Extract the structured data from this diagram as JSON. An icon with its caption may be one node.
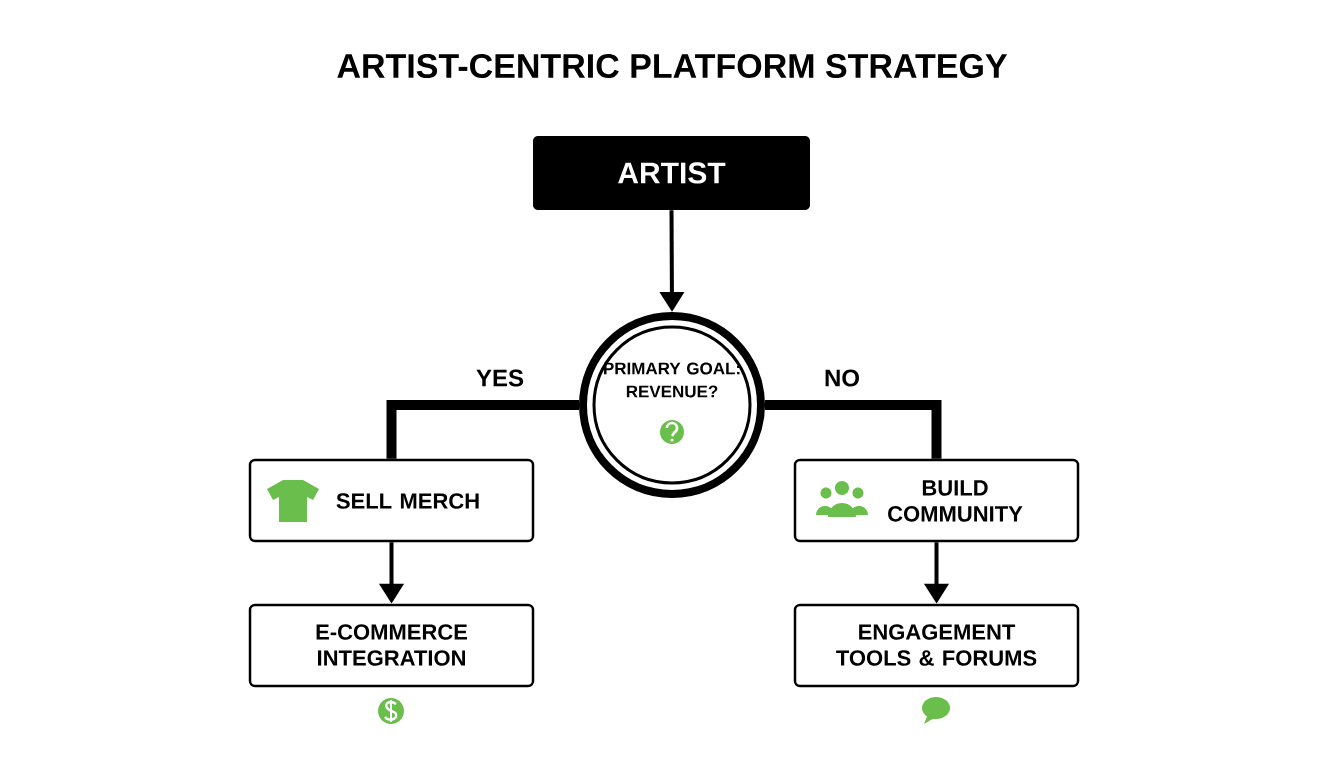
{
  "diagram": {
    "title": "ARTIST-CENTRIC PLATFORM STRATEGY",
    "nodes": [
      {
        "text": [
          "ARTIST"
        ]
      },
      {
        "text": [
          "PRIMARY GOAL: REVENUE?"
        ]
      },
      {
        "text": [
          "SELL MERCH"
        ]
      },
      {
        "text": [
          "E-COMMERCE INTEGRATION"
        ]
      },
      {
        "text": [
          "BUILD COMMUNITY"
        ]
      },
      {
        "text": [
          "ENGAGEMENT TOOLS & FORUMS"
        ]
      }
    ],
    "edges": [
      {
        "from": 0,
        "to": 1,
        "arrow": "to"
      },
      {
        "from": 1,
        "to": 2,
        "arrow": "none",
        "label": "YES",
        "style": "thick"
      },
      {
        "from": 1,
        "to": 4,
        "arrow": "none",
        "label": "NO",
        "style": "thick"
      },
      {
        "from": 2,
        "to": 3,
        "arrow": "to"
      },
      {
        "from": 4,
        "to": 5,
        "arrow": "to"
      }
    ]
  }
}
